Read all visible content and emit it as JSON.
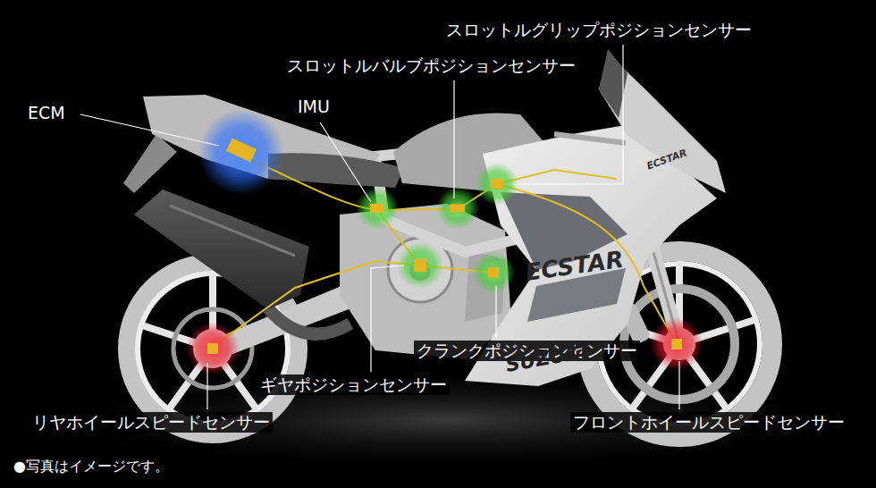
{
  "diagram": {
    "labels": [
      "スロットルグリップポジションセンサー",
      "スロットルバルブポジションセンサー",
      "IMU",
      "ECM",
      "クランクポジションセンサー",
      "ギヤポジションセンサー",
      "リヤホイールスピードセンサー",
      "フロントホイールスピードセンサー",
      "ECSTAR",
      "SUZUKI",
      "ECSTAR",
      "●写真はイメージです。"
    ]
  }
}
